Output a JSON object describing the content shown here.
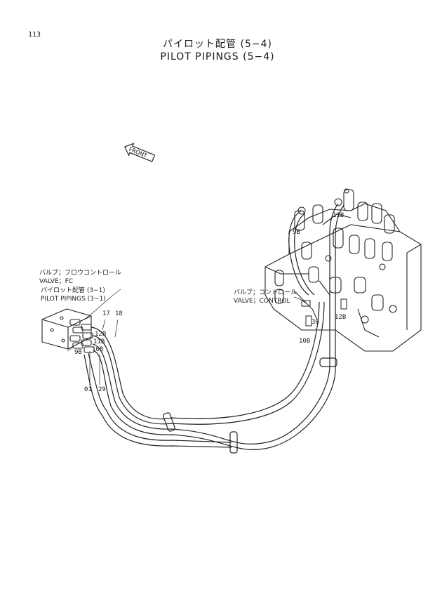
{
  "page": {
    "number": "113"
  },
  "title": {
    "jp": "パイロット配管 (5−4)",
    "en": "PILOT PIPINGS (5−4)"
  },
  "front_arrow": {
    "label": "FRONT"
  },
  "callouts": {
    "fc_valve_jp": "バルブ；フロウコントロール",
    "fc_valve_en": "VALVE；FC",
    "pilot_ref_jp": "パイロット配管 (3−1)",
    "pilot_ref_en": "PILOT PIPINGS (3−1)",
    "control_valve_jp": "バルブ；コントロール",
    "control_valve_en": "VALVE；CONTROL"
  },
  "parts": {
    "p17": "17",
    "p18": "18",
    "p01": "01",
    "p29": "29",
    "p12b_left": "12B",
    "p11b_left": "11B",
    "p10b_left": "10B",
    "p9b_left": "9B",
    "p11b_top": "11B",
    "p9b_top": "9B",
    "p12b_right": "12B",
    "p10b_right": "10B",
    "p30": "30"
  }
}
